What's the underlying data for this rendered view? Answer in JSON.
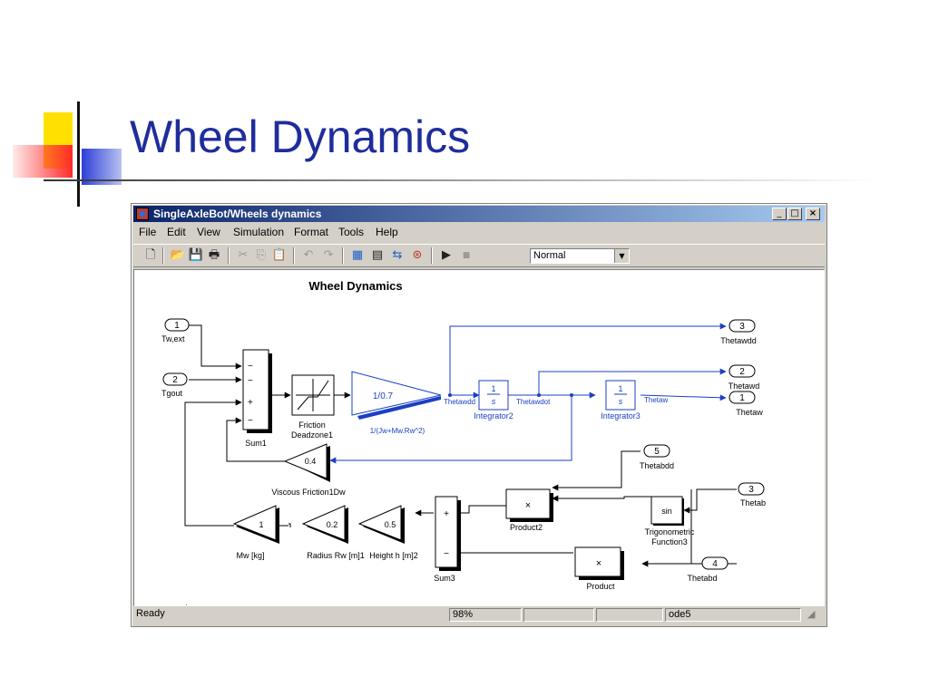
{
  "slide": {
    "title": "Wheel Dynamics"
  },
  "window": {
    "title": "SingleAxleBot/Wheels dynamics",
    "controls": {
      "minimize": "_",
      "maximize": "□",
      "close": "×"
    }
  },
  "menu": [
    "File",
    "Edit",
    "View",
    "Simulation",
    "Format",
    "Tools",
    "Help"
  ],
  "toolbar": {
    "buttons": [
      {
        "icon": "new-doc-icon",
        "glyph": "🗋"
      },
      {
        "icon": "open-folder-icon",
        "glyph": "📂"
      },
      {
        "icon": "save-icon",
        "glyph": "💾"
      },
      {
        "icon": "print-icon",
        "glyph": "🖶"
      },
      {
        "icon": "cut-icon",
        "glyph": "✂"
      },
      {
        "icon": "copy-icon",
        "glyph": "⎘"
      },
      {
        "icon": "paste-icon",
        "glyph": "📋"
      },
      {
        "icon": "undo-icon",
        "glyph": "↶"
      },
      {
        "icon": "redo-icon",
        "glyph": "↷"
      },
      {
        "icon": "library-browser-icon",
        "glyph": "▦"
      },
      {
        "icon": "model-browser-icon",
        "glyph": "▤"
      },
      {
        "icon": "go-to-parent-icon",
        "glyph": "⇆"
      },
      {
        "icon": "debug-icon",
        "glyph": "⊛"
      },
      {
        "icon": "start-simulation-icon",
        "glyph": "▶"
      },
      {
        "icon": "stop-simulation-icon",
        "glyph": "■"
      }
    ],
    "sim_mode": "Normal",
    "dropdown_arrow": "▼"
  },
  "diagram": {
    "title": "Wheel Dynamics",
    "inports": [
      {
        "num": "1",
        "label": "Tw,ext"
      },
      {
        "num": "2",
        "label": "Tgout"
      }
    ],
    "outports": [
      {
        "num": "3",
        "label": "Thetawdd"
      },
      {
        "num": "2",
        "label": "Thetawd"
      },
      {
        "num": "1",
        "label": "Thetaw"
      },
      {
        "num": "5",
        "label": "Thetabdd"
      },
      {
        "num": "3",
        "label": "Thetab"
      },
      {
        "num": "4",
        "label": "Thetabd"
      }
    ],
    "sum1": {
      "label": "Sum1",
      "signs": [
        "−",
        "−",
        "+",
        "−"
      ]
    },
    "friction": {
      "label_line1": "Friction",
      "label_line2": "Deadzone1"
    },
    "gain_big": {
      "value": "1/0.7",
      "label": "1/(Jw+Mw.Rw^2)"
    },
    "signals": {
      "thetawdd": "Thetawdd",
      "thetawdot": "Thetawdot",
      "thetaw": "Thetaw"
    },
    "integrator2": {
      "num": "1",
      "den": "s",
      "label": "Integrator2"
    },
    "integrator3": {
      "num": "1",
      "den": "s",
      "label": "Integrator3"
    },
    "viscous": {
      "value": "0.4",
      "label": "Viscous Friction1Dw"
    },
    "gain_mw": {
      "value": "1",
      "label": "Mw [kg]"
    },
    "gain_rw": {
      "value": "0.2",
      "label": "Radius Rw [m]1"
    },
    "gain_h": {
      "value": "0.5",
      "label": "Height h [m]2"
    },
    "sum3": {
      "label": "Sum3",
      "signs": [
        "+",
        "−"
      ]
    },
    "product2": {
      "symbol": "×",
      "label": "Product2"
    },
    "product": {
      "symbol": "×",
      "label": "Product"
    },
    "trig": {
      "text": "sin",
      "label_line1": "Trigonometric",
      "label_line2": "Function3"
    }
  },
  "status": {
    "state": "Ready",
    "zoom": "98%",
    "blank1": "",
    "blank2": "",
    "solver": "ode5"
  },
  "colors": {
    "slide_title": "#1f2d9c",
    "signal_blue": "#1a3fc4",
    "titlebar": "#0a246a"
  }
}
